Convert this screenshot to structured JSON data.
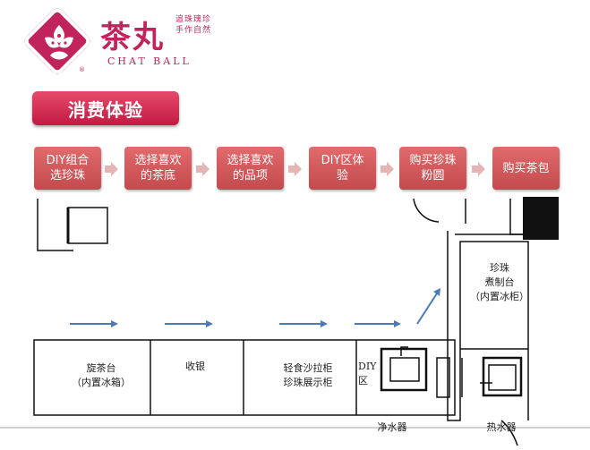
{
  "brand": {
    "name_cn": "茶丸",
    "name_en": "CHAT BALL",
    "slogan": "追珠瑰珍 手作自然",
    "registered_mark": "®",
    "logo_color": "#c0245a"
  },
  "section": {
    "title": "消费体验",
    "color": "#d02a50"
  },
  "flow": {
    "step_color": "#d35a5c",
    "arrow_color": "#e5b4b4",
    "steps": [
      {
        "label": "DIY组合\n选珍珠"
      },
      {
        "label": "选择喜欢\n的茶底"
      },
      {
        "label": "选择喜欢\n的品项"
      },
      {
        "label": "DIY区体\n验"
      },
      {
        "label": "购买珍珠\n粉圆"
      },
      {
        "label": "购买茶包"
      }
    ]
  },
  "floor_plan": {
    "arrow_color": "#4a7bb5",
    "stations": [
      {
        "label": "旋茶台\n（内置冰箱）"
      },
      {
        "label": "收银"
      },
      {
        "label": "轻食沙拉柜\n珍珠展示柜"
      },
      {
        "label": "DIY\n区"
      },
      {
        "label": "珍珠\n煮制台\n（内置冰柜）"
      },
      {
        "label": "净水器"
      },
      {
        "label": "热水器"
      }
    ]
  }
}
